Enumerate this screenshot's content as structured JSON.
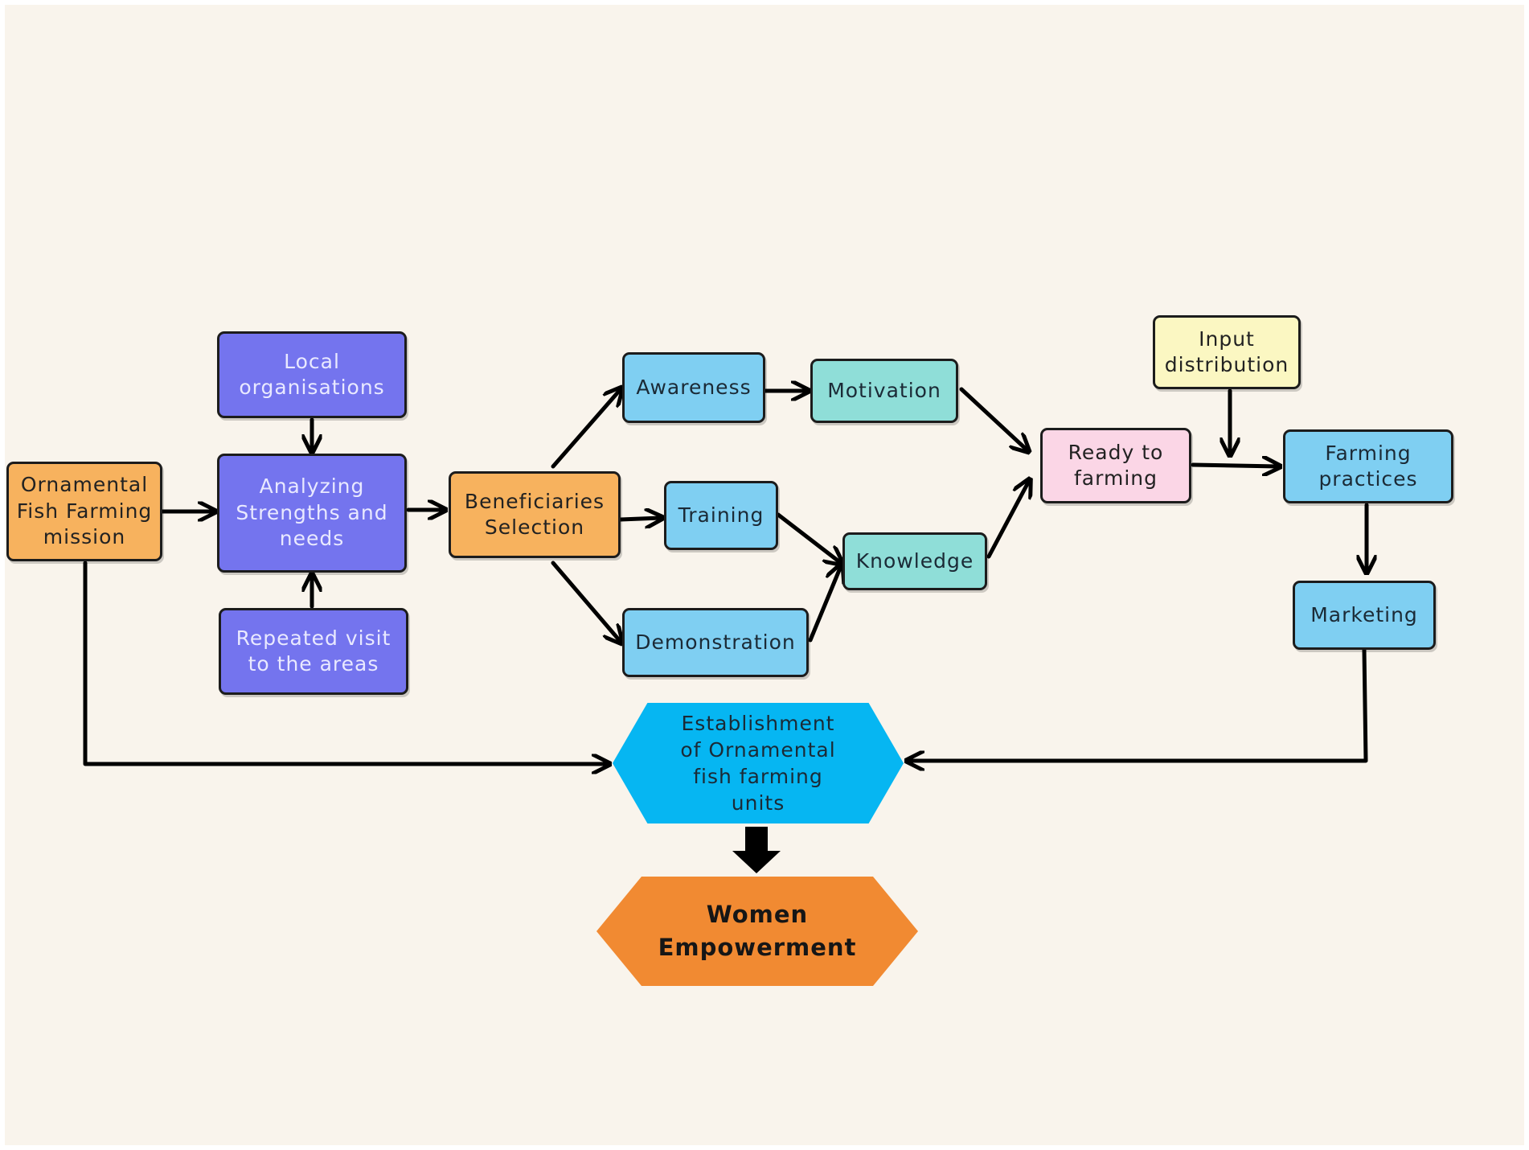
{
  "nodes": {
    "mission": "Ornamental\nFish Farming\nmission",
    "local_orgs": "Local\norganisations",
    "analyzing": "Analyzing\nStrengths and\nneeds",
    "repeated_visit": "Repeated visit\nto the areas",
    "beneficiaries": "Beneficiaries\nSelection",
    "awareness": "Awareness",
    "motivation": "Motivation",
    "training": "Training",
    "demonstration": "Demonstration",
    "knowledge": "Knowledge",
    "ready": "Ready to\nfarming",
    "input": "Input\ndistribution",
    "practices": "Farming\npractices",
    "marketing": "Marketing",
    "establishment": "Establishment\nof Ornamental\nfish farming\nunits",
    "women": "Women\nEmpowerment"
  },
  "colors": {
    "orange": "#f7b25e",
    "purple": "#7474ee",
    "sky": "#7fcff2",
    "teal": "#8fded8",
    "pink": "#fbd6e6",
    "cream": "#fbf7c2",
    "hex_blue": "#06b6f2",
    "hex_orange": "#f18a32",
    "background": "#f9f4ec"
  }
}
